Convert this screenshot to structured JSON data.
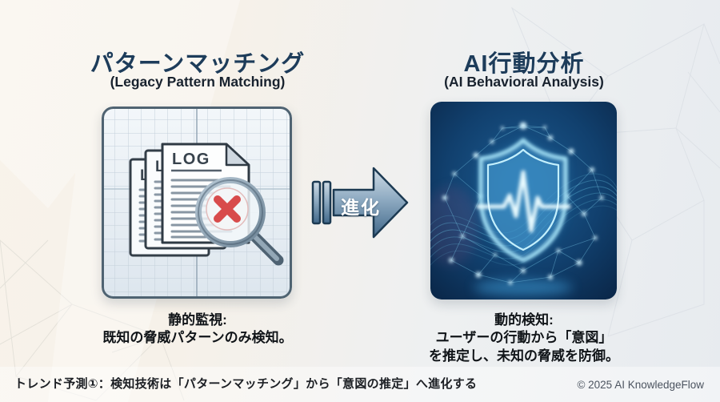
{
  "left": {
    "title": "パターンマッチング",
    "subtitle": "(Legacy Pattern Matching)",
    "doc_labels": {
      "front": "LOG",
      "mid": "L",
      "back": "L"
    },
    "caption_line1": "静的監視:",
    "caption_line2": "既知の脅威パターンのみ検知。"
  },
  "arrow": {
    "label": "進化"
  },
  "right": {
    "title": "AI行動分析",
    "subtitle": "(AI Behavioral Analysis)",
    "caption_line1": "動的検知:",
    "caption_line2": "ユーザーの行動から「意図」",
    "caption_line3": "を推定し、未知の脅威を防御。"
  },
  "footer": {
    "trend_note": "トレンド予測①：検知技術は「パターンマッチング」から「意図の推定」へ進化する",
    "copyright": "© 2025 AI KnowledgeFlow"
  },
  "colors": {
    "title_navy": "#1d3c5a",
    "arrow_fill_top": "#c9d8e4",
    "arrow_fill_bottom": "#46708f",
    "arrow_outline": "#1c3a52",
    "error_red": "#d84b4b",
    "shield_glow_cyan": "#a5e2f7",
    "dark_card_bg": "#0c2c52",
    "background_warm": "#f8f3ea",
    "background_cool": "#e7ebef"
  }
}
